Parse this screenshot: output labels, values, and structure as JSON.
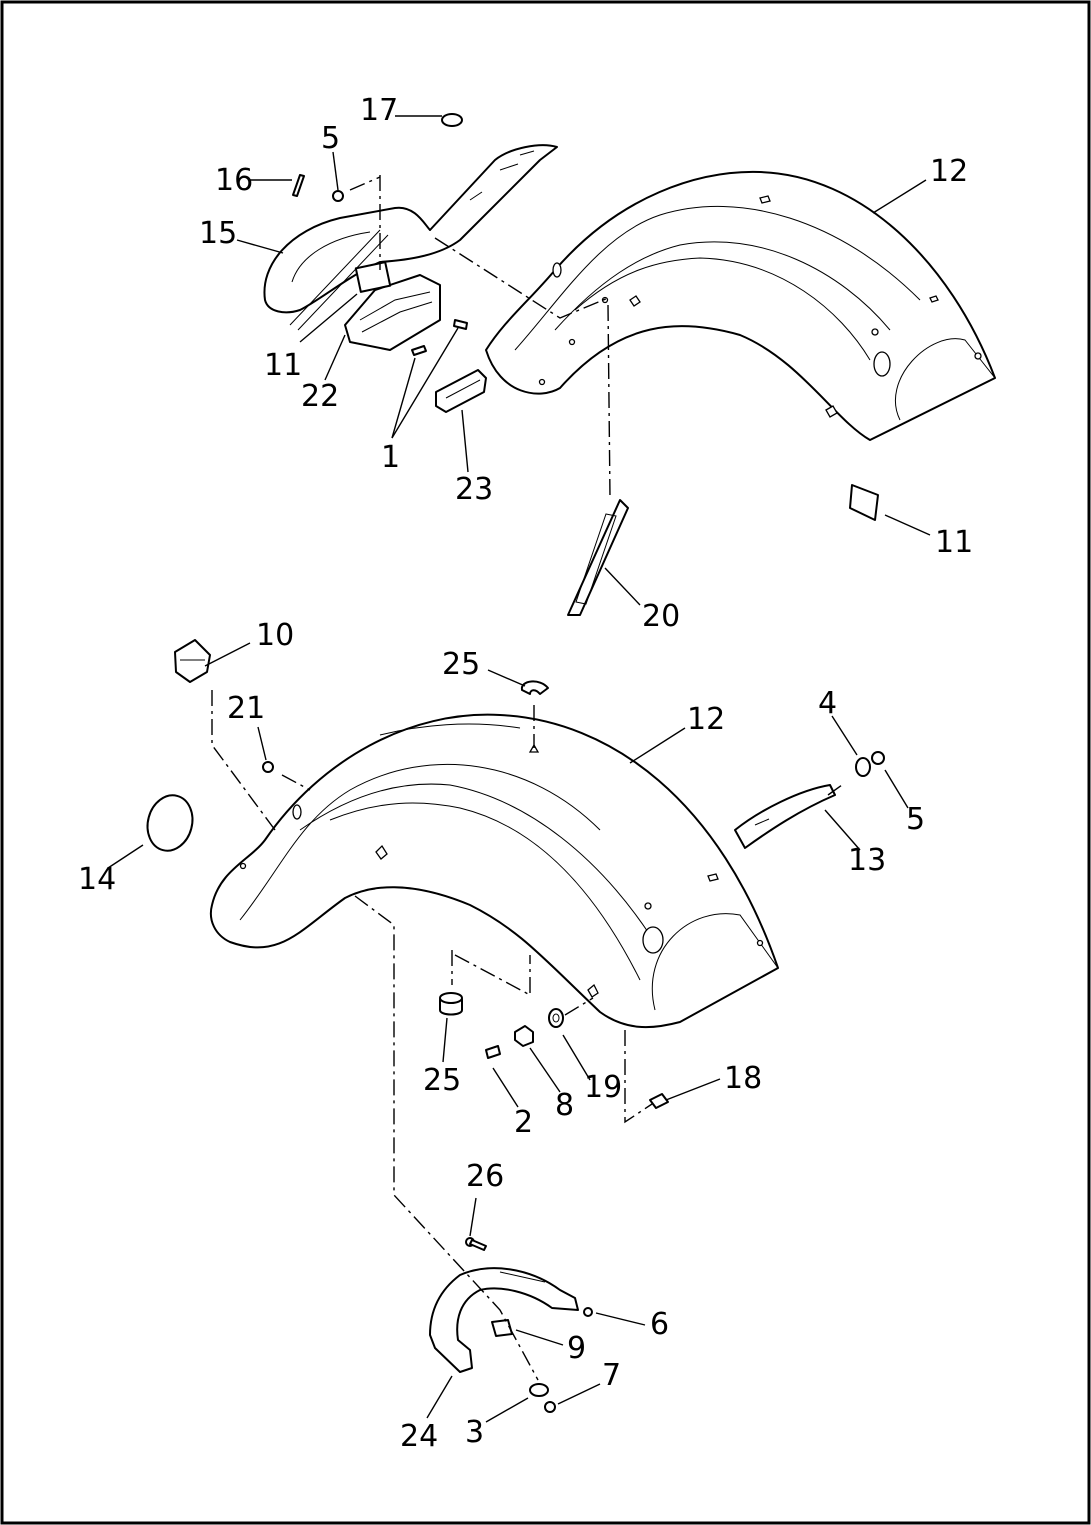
{
  "callouts": [
    {
      "id": "c17a",
      "label": "17"
    },
    {
      "id": "c5a",
      "label": "5"
    },
    {
      "id": "c16",
      "label": "16"
    },
    {
      "id": "c15",
      "label": "15"
    },
    {
      "id": "c12a",
      "label": "12"
    },
    {
      "id": "c11a",
      "label": "11"
    },
    {
      "id": "c22",
      "label": "22"
    },
    {
      "id": "c1",
      "label": "1"
    },
    {
      "id": "c23",
      "label": "23"
    },
    {
      "id": "c11b",
      "label": "11"
    },
    {
      "id": "c20",
      "label": "20"
    },
    {
      "id": "c10",
      "label": "10"
    },
    {
      "id": "c25a",
      "label": "25"
    },
    {
      "id": "c12b",
      "label": "12"
    },
    {
      "id": "c21",
      "label": "21"
    },
    {
      "id": "c4",
      "label": "4"
    },
    {
      "id": "c5b",
      "label": "5"
    },
    {
      "id": "c13",
      "label": "13"
    },
    {
      "id": "c14",
      "label": "14"
    },
    {
      "id": "c25b",
      "label": "25"
    },
    {
      "id": "c19",
      "label": "19"
    },
    {
      "id": "c8",
      "label": "8"
    },
    {
      "id": "c2",
      "label": "2"
    },
    {
      "id": "c18",
      "label": "18"
    },
    {
      "id": "c26",
      "label": "26"
    },
    {
      "id": "c6",
      "label": "6"
    },
    {
      "id": "c9",
      "label": "9"
    },
    {
      "id": "c7",
      "label": "7"
    },
    {
      "id": "c3",
      "label": "3"
    },
    {
      "id": "c24",
      "label": "24"
    }
  ]
}
